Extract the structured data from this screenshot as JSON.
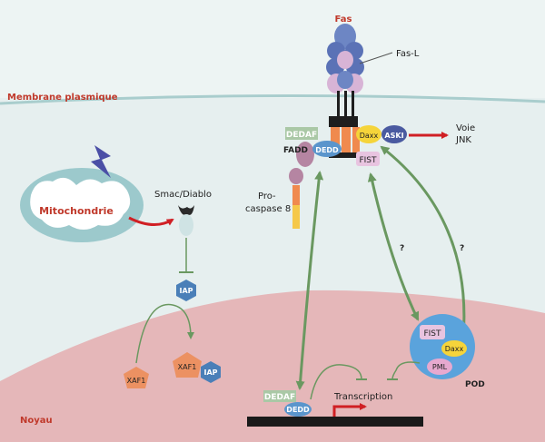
{
  "labels": {
    "fas": "Fas",
    "fas_l": "Fas-L",
    "membrane": "Membrane plasmique",
    "noyau": "Noyau",
    "mitochondrie": "Mitochondrie",
    "smac": "Smac/Diablo",
    "iap": "IAP",
    "xaf1": "XAF1",
    "procaspase_line1": "Pro-",
    "procaspase_line2": "caspase 8",
    "dedaf": "DEDAF",
    "fadd": "FADD",
    "dedd": "DEDD",
    "daxx": "Daxx",
    "aski": "ASKI",
    "fist": "FIST",
    "voie_line1": "Voie",
    "voie_line2": "JNK",
    "question": "?",
    "pml": "PML",
    "pod": "POD",
    "transcription": "Transcription"
  },
  "colors": {
    "background": "#e6efef",
    "nucleus": "#e5b7b9",
    "membrane_line": "#a9cdcd",
    "mitochondrion": "#9cc9cc",
    "red": "#d01f24",
    "green_arrow": "#6a9860",
    "iap": "#4a7fb8",
    "xaf1": "#ec9162",
    "dedaf": "#aac8a6",
    "dedd": "#5a95cc",
    "daxx": "#f5d43a",
    "aski": "#4a5aa0",
    "fist": "#e8c4e0",
    "pml": "#e7a9cf",
    "pod": "#5aa3dc",
    "fadd": "#b585a2",
    "procaspase_orange": "#f08a4e",
    "procaspase_yellow": "#f5c84a",
    "fas_blue": "#5b72b6",
    "fas_pink": "#d8b4d6",
    "receptor_black": "#1e1e1e",
    "dna": "#1a1a1a"
  }
}
